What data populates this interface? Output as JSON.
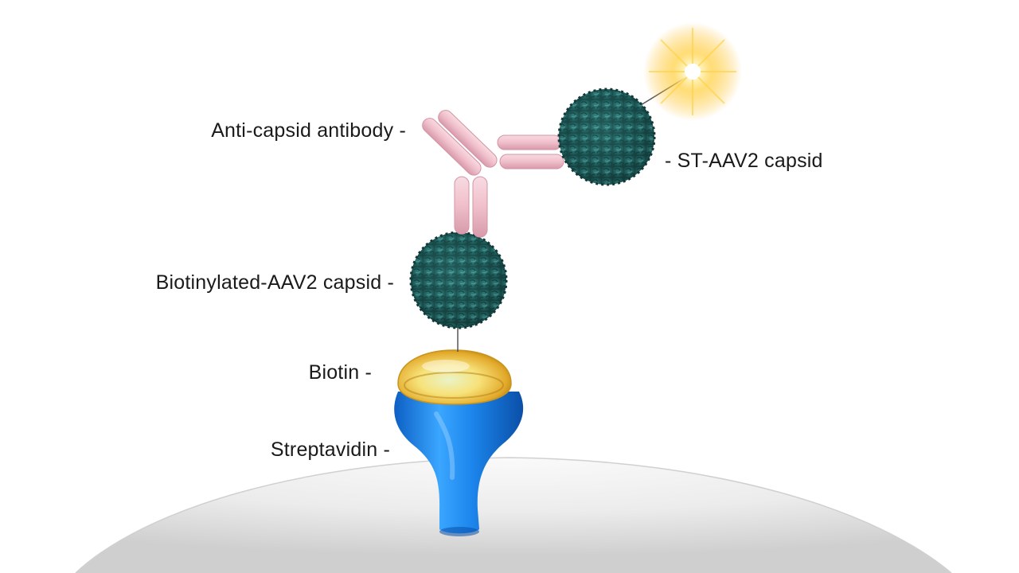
{
  "labels": {
    "anti_capsid_antibody": "Anti-capsid antibody -",
    "st_aav2_capsid": "- ST-AAV2 capsid",
    "biotinylated_aav2_capsid": "Biotinylated-AAV2 capsid -",
    "biotin": "Biotin -",
    "streptavidin": "Streptavidin -"
  },
  "colors": {
    "antibody": "#f2c4ce",
    "capsid": "#1f5f5e",
    "biotin": "#f0c84a",
    "streptavidin": "#1f8fe6",
    "surface": "#e6e6e6",
    "glow": "#ffd24a"
  }
}
